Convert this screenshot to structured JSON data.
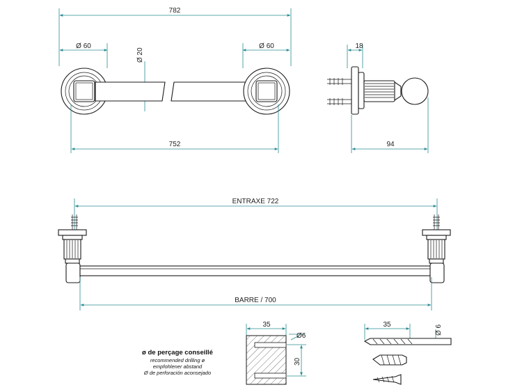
{
  "dimensions": {
    "overall_length": "782",
    "flange_diameter_left": "Ø 60",
    "flange_diameter_right": "Ø 60",
    "bar_diameter": "Ø 20",
    "flange_span": "752",
    "depth_flange": "18",
    "projection": "94",
    "entraxe": "ENTRAXE 722",
    "barre": "BARRE / 700",
    "anchor_depth": "35",
    "anchor_diameter": "Ø6",
    "anchor_spacing": "30",
    "drill_depth": "35",
    "drill_diameter": "Ø 6"
  },
  "drilling_note": {
    "title": "ø de perçage conseillé",
    "line_en": "recommended drilling ø",
    "line_de": "empfohlener abstand",
    "line_es": "Ø de perforación aconsejado"
  },
  "colors": {
    "dimension_line": "#2a8c93",
    "part_outline": "#1a1a1a"
  }
}
